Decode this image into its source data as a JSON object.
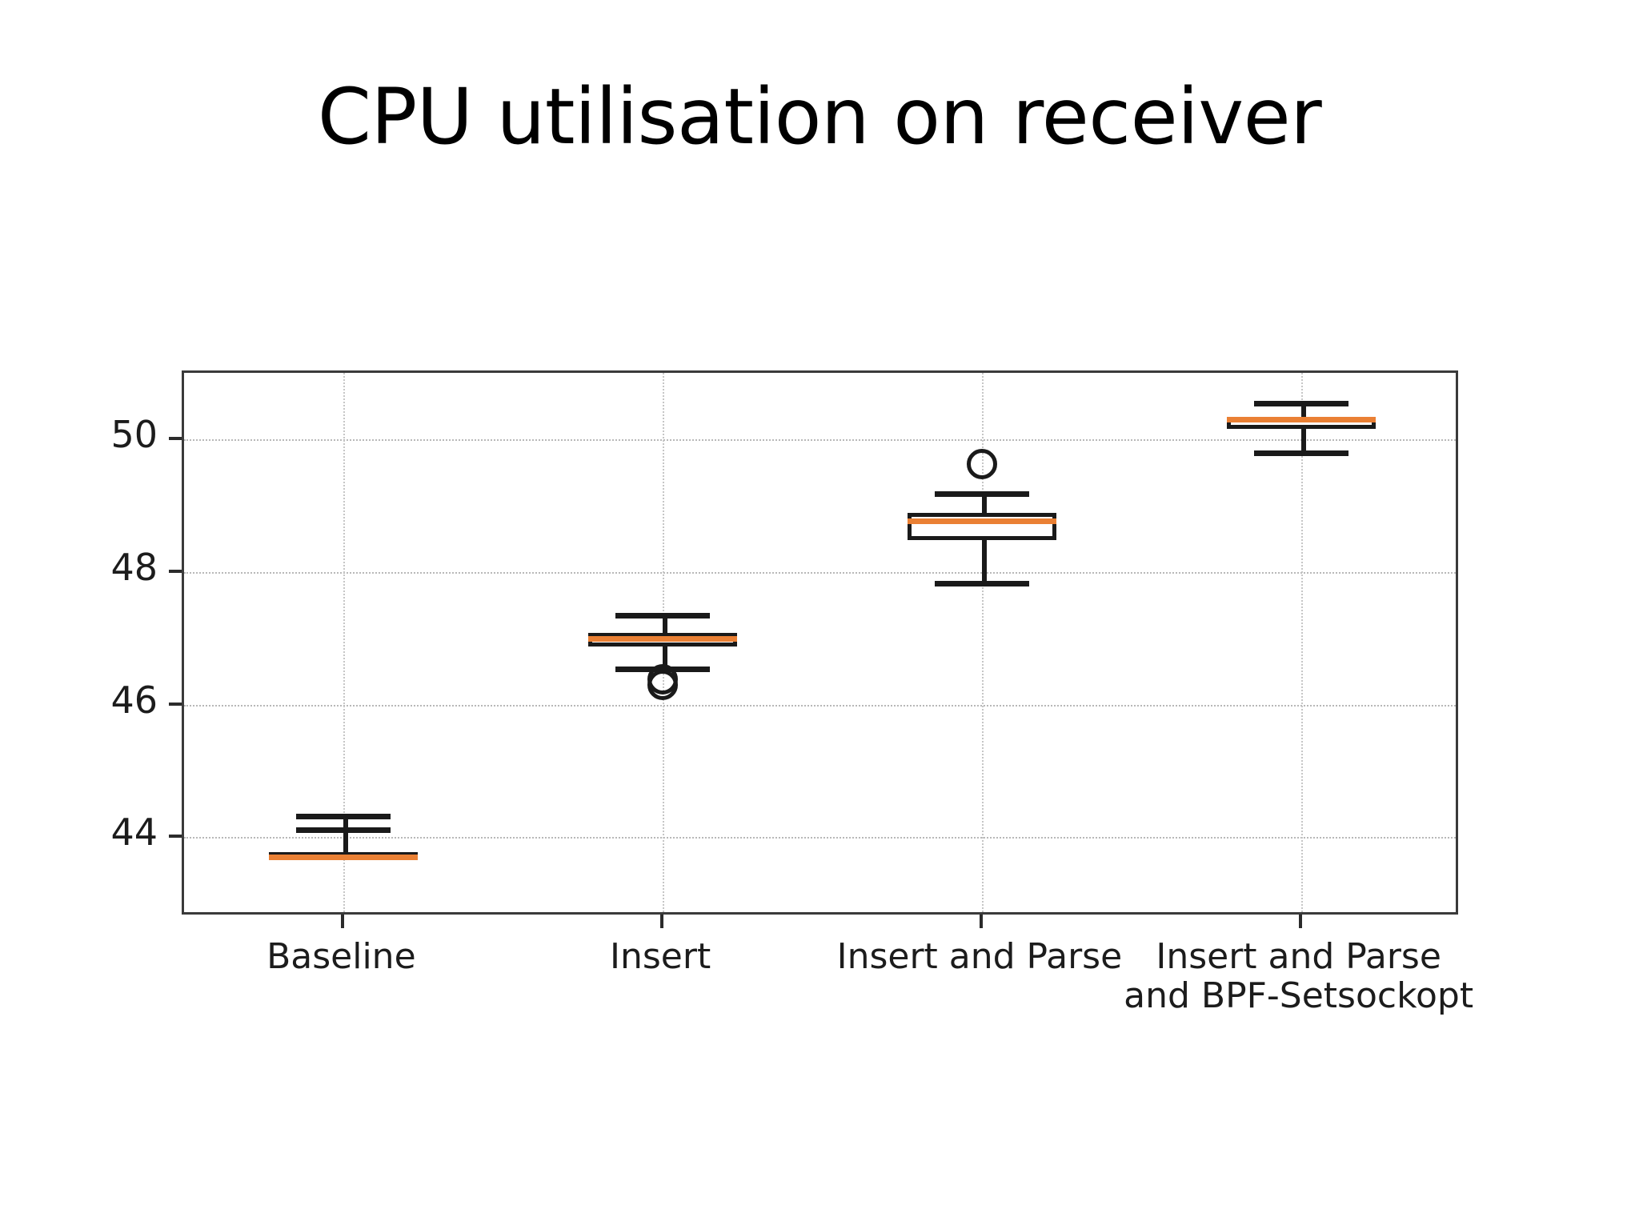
{
  "slide": {
    "title": "CPU utilisation on receiver",
    "background_color": "#ffffff",
    "title_color": "#000000"
  },
  "chart_data": {
    "type": "box",
    "title": "CPU utilisation on receiver",
    "xlabel": "",
    "ylabel": "",
    "ylim": [
      42.8,
      51.0
    ],
    "grid": true,
    "legend": null,
    "accent_color": "#ea8034",
    "line_color": "#1a1a1a",
    "grid_color": "#b8b8b8",
    "ytick_values": [
      50,
      48,
      46,
      44
    ],
    "ytick_labels": [
      "50",
      "48",
      "46",
      "44"
    ],
    "categories": [
      "Baseline",
      "Insert",
      "Insert and Parse",
      "Insert and Parse\nand BPF-Setsockopt"
    ],
    "boxes": [
      {
        "label": "Baseline",
        "whisker_low": 44.15,
        "q1": 43.65,
        "median": 43.7,
        "q3": 43.78,
        "whisker_high": 44.35,
        "fliers": []
      },
      {
        "label": "Insert",
        "whisker_low": 46.58,
        "q1": 46.88,
        "median": 47.0,
        "q3": 47.08,
        "whisker_high": 47.38,
        "fliers": [
          46.38,
          46.3
        ]
      },
      {
        "label": "Insert and Parse",
        "whisker_low": 47.87,
        "q1": 48.48,
        "median": 48.77,
        "q3": 48.89,
        "whisker_high": 49.22,
        "fliers": [
          49.62
        ]
      },
      {
        "label": "Insert and Parse and BPF-Setsockopt",
        "whisker_low": 49.83,
        "q1": 50.16,
        "median": 50.3,
        "q3": 50.34,
        "whisker_high": 50.58,
        "fliers": []
      }
    ]
  }
}
